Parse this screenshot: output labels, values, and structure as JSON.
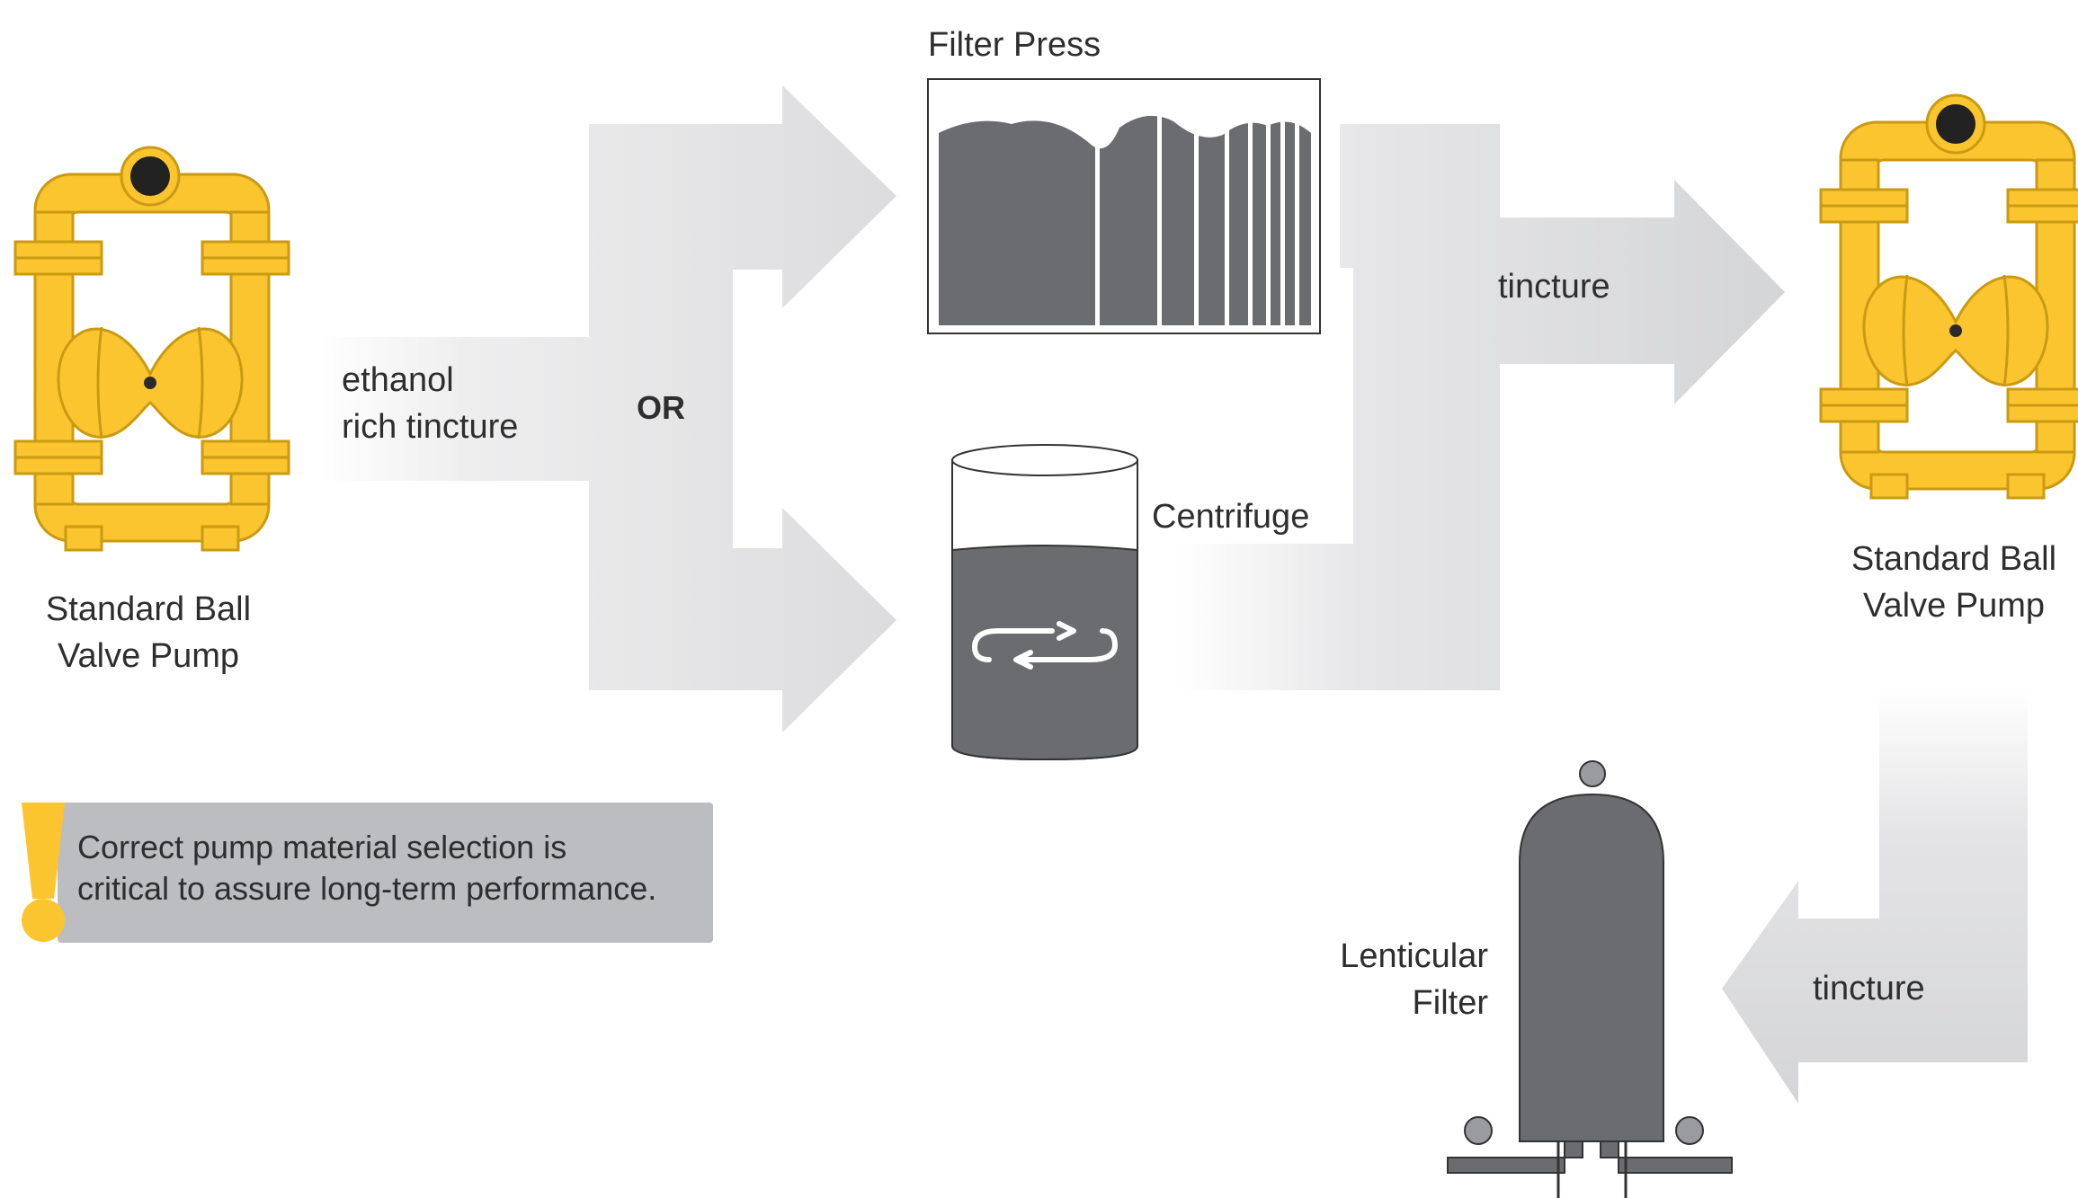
{
  "labels": {
    "left_pump": [
      "Standard Ball",
      "Valve Pump"
    ],
    "right_pump": [
      "Standard Ball",
      "Valve Pump"
    ],
    "input_flow": [
      "ethanol",
      "rich tincture"
    ],
    "or": "OR",
    "filter_press": "Filter Press",
    "centrifuge": "Centrifuge",
    "tincture_top": "tincture",
    "tincture_bottom": "tincture",
    "lenticular_filter": [
      "Lenticular",
      "Filter"
    ]
  },
  "note": {
    "line1": "Correct pump material selection is",
    "line2": "critical to assure long-term performance."
  },
  "icons": {
    "pump": "diaphragm-pump-icon",
    "filter_press": "filter-press-icon",
    "centrifuge": "centrifuge-icon",
    "lenticular_filter": "lenticular-filter-icon",
    "warning": "exclamation-icon"
  },
  "colors": {
    "pump_yellow": "#fbc52f",
    "pump_outline": "#c99a12",
    "equipment_gray": "#6b6c70",
    "arrow_gray": "#d8d9db",
    "note_gray": "#bcbdc0"
  }
}
